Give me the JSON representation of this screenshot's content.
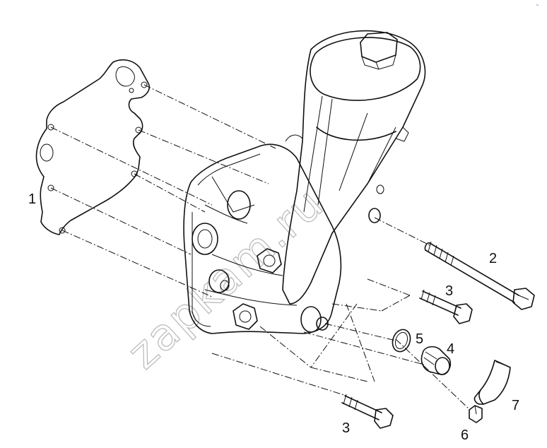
{
  "diagram": {
    "callouts": [
      {
        "id": "1",
        "label": "1"
      },
      {
        "id": "2",
        "label": "2"
      },
      {
        "id": "3a",
        "label": "3"
      },
      {
        "id": "3b",
        "label": "3"
      },
      {
        "id": "4",
        "label": "4"
      },
      {
        "id": "5",
        "label": "5"
      },
      {
        "id": "6",
        "label": "6"
      },
      {
        "id": "7",
        "label": "7"
      }
    ],
    "watermark": "zapkam.ru",
    "corner_mark": "~"
  }
}
